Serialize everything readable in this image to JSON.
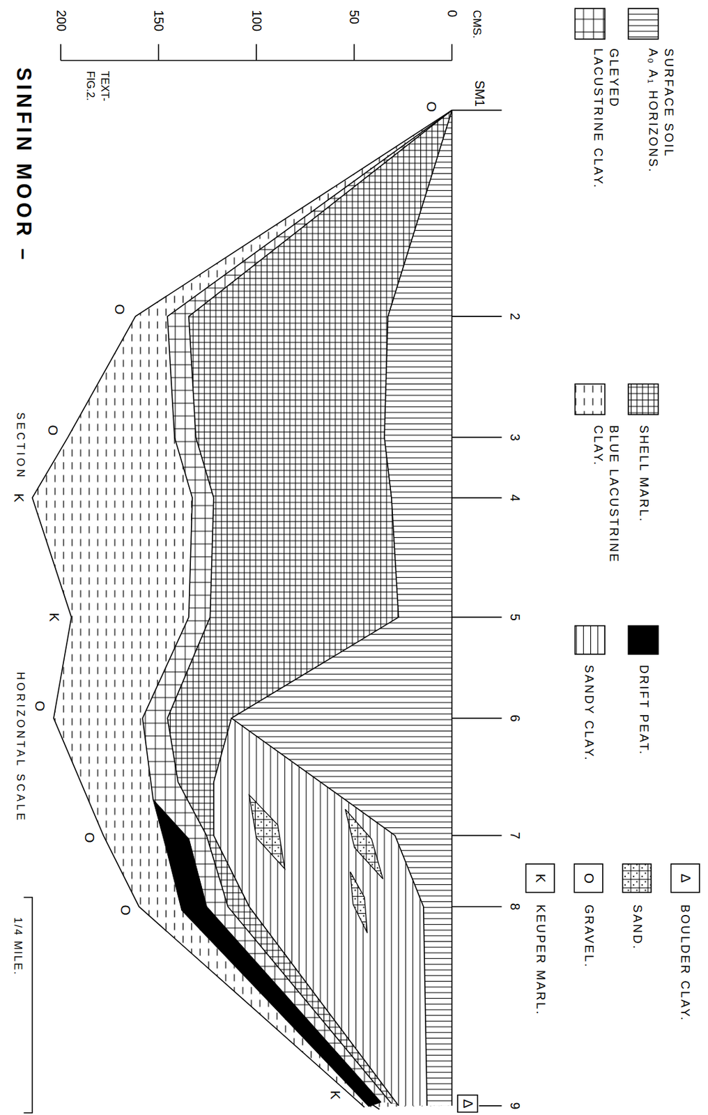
{
  "diagram": {
    "title": "SINFIN MOOR –",
    "labels": [
      "CMS.",
      "0",
      "50",
      "100",
      "150",
      "200",
      "SM1",
      "2",
      "3",
      "4",
      "5",
      "6",
      "7",
      "8",
      "9",
      "O",
      "O",
      "O",
      "K",
      "K",
      "O",
      "O",
      "O",
      "K",
      "Δ",
      "Δ",
      "O",
      "K",
      "TEXT- FIG.2.",
      "SECTION",
      "HORIZONTAL SCALE",
      "1/4 MILE."
    ],
    "legend": [
      {
        "text": "SURFACE SOIL A₀ A₁ HORIZONS."
      },
      {
        "text": "GLEYED LACUSTRINE CLAY."
      },
      {
        "text": "SHELL MARL."
      },
      {
        "text": "BLUE LACUSTRINE CLAY."
      },
      {
        "text": "DRIFT PEAT.",
        "color": "#000000"
      },
      {
        "text": "SANDY CLAY."
      },
      {
        "text": "SAND."
      },
      {
        "text": "BOULDER CLAY."
      },
      {
        "text": "GRAVEL."
      },
      {
        "text": "KEUPER MARL."
      }
    ]
  }
}
